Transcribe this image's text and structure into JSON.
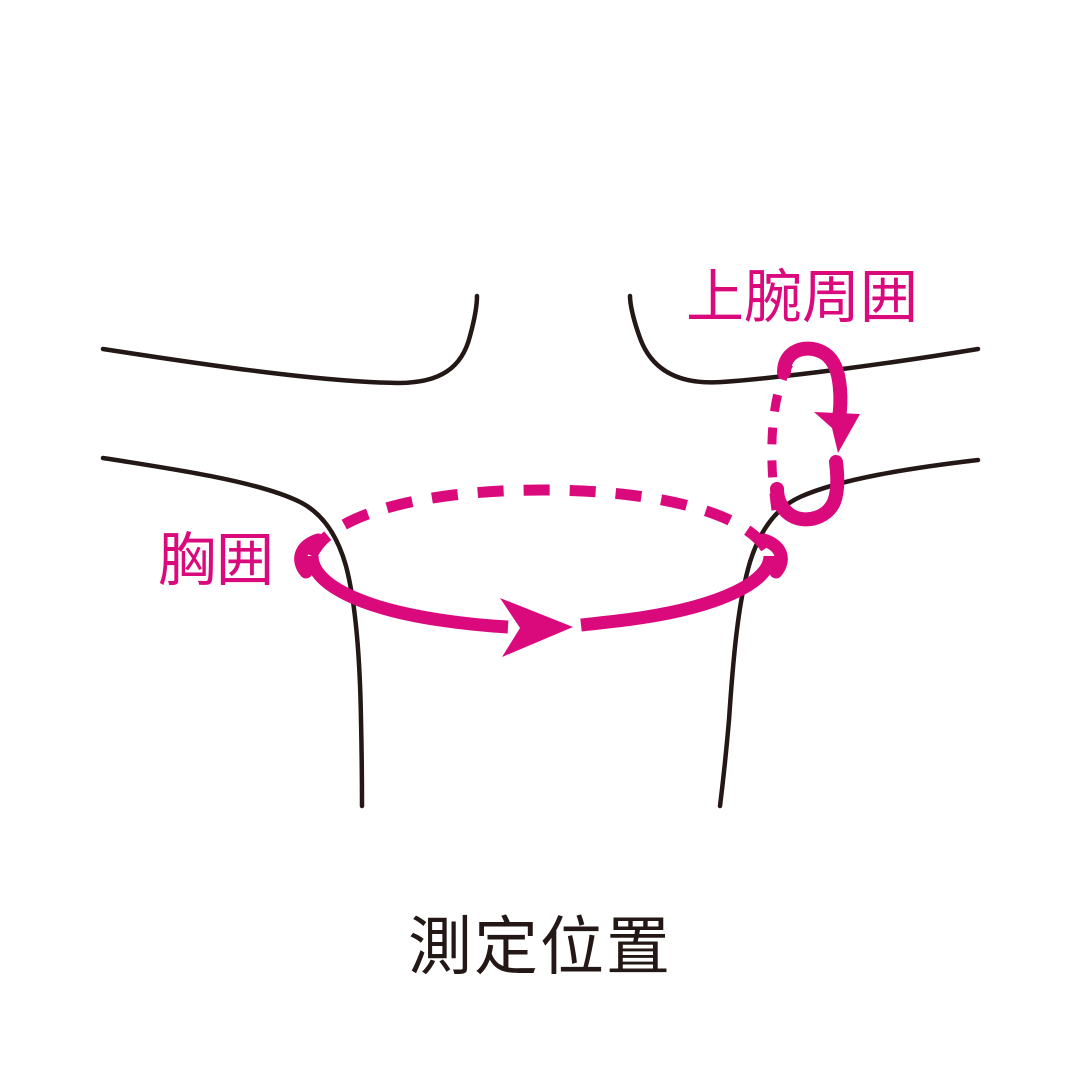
{
  "figure": {
    "caption": "測定位置",
    "background_color": "#ffffff",
    "outline_color": "#231815",
    "accent_color": "#da0a7d",
    "labels": {
      "upper_arm": "上腕周囲",
      "chest": "胸囲"
    },
    "annotations": [
      {
        "id": "upper-arm-loop",
        "label": "上腕周囲",
        "color": "#da0a7d",
        "style": "ellipse-with-arrow",
        "front_stroke": "solid",
        "back_stroke": "dashed",
        "arrow_direction": "down"
      },
      {
        "id": "chest-loop",
        "label": "胸囲",
        "color": "#da0a7d",
        "style": "ellipse-with-arrow",
        "front_stroke": "solid",
        "back_stroke": "dashed",
        "arrow_direction": "right"
      }
    ],
    "body_outline": {
      "description": "torso with both arms extended horizontally",
      "stroke_color": "#231815",
      "stroke_width": 4
    }
  }
}
